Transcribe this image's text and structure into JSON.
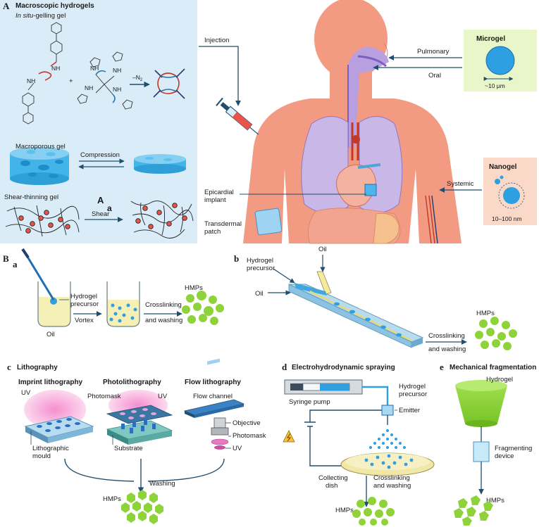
{
  "panel_A": {
    "letter": "A",
    "title": "Macroscopic hydrogels",
    "insitu_prefix": "In situ",
    "insitu_suffix": "-gelling gel",
    "n2_label": "–N",
    "n2_sub": "2",
    "plus": "+",
    "nh": "NH",
    "macroporous": "Macroporous gel",
    "compression": "Compression",
    "shear_thinning": "Shear-thinning gel",
    "shear": "Shear",
    "shear_mark_upper": "A",
    "shear_mark_lower": "a",
    "injection": "Injection",
    "pulmonary": "Pulmonary",
    "oral": "Oral",
    "systemic": "Systemic",
    "microgel": "Microgel",
    "microgel_size": "~10 μm",
    "nanogel": "Nanogel",
    "nanogel_size": "10–100 nm",
    "epicardial_1": "Epicardial",
    "epicardial_2": "implant",
    "transdermal_1": "Transdermal",
    "transdermal_2": "patch"
  },
  "panel_B": {
    "letter": "B",
    "sub_a": "a",
    "sub_b": "b",
    "hydrogel_1": "Hydrogel",
    "precursor": "precursor",
    "oil": "Oil",
    "vortex": "Vortex",
    "crosslinking": "Crosslinking",
    "and_washing": "and washing",
    "hmps": "HMPs"
  },
  "panel_c": {
    "letter": "c",
    "title": "Lithography",
    "imprint": "Imprint lithography",
    "photo": "Photolithography",
    "flow": "Flow lithography",
    "uv": "UV",
    "photomask": "Photomask",
    "flow_channel": "Flow channel",
    "objective": "Objective",
    "lithographic": "Lithographic",
    "mould": "mould",
    "substrate": "Substrate",
    "washing": "Washing",
    "hmps": "HMPs"
  },
  "panel_d": {
    "letter": "d",
    "title": "Electrohydrodynamic spraying",
    "syringe_pump": "Syringe pump",
    "hydrogel": "Hydrogel",
    "precursor": "precursor",
    "emitter": "Emitter",
    "collecting": "Collecting",
    "dish": "dish",
    "crosslinking": "Crosslinking",
    "and_washing": "and washing",
    "hmps": "HMPs"
  },
  "panel_e": {
    "letter": "e",
    "title": "Mechanical fragmentation",
    "hydrogel": "Hydrogel",
    "fragmenting": "Fragmenting",
    "device": "device",
    "hmps": "HMPs"
  },
  "colors": {
    "panel_bg": "#d9ecf8",
    "skin": "#f29a82",
    "lung": "#c9b7e8",
    "hydrogel_green": "#8fd33a",
    "bead_blue": "#2e9fe0",
    "arrow": "#1f4e6e",
    "nanogel_bg": "#fbd9c9",
    "microgel_bg": "#e8f6c9"
  }
}
